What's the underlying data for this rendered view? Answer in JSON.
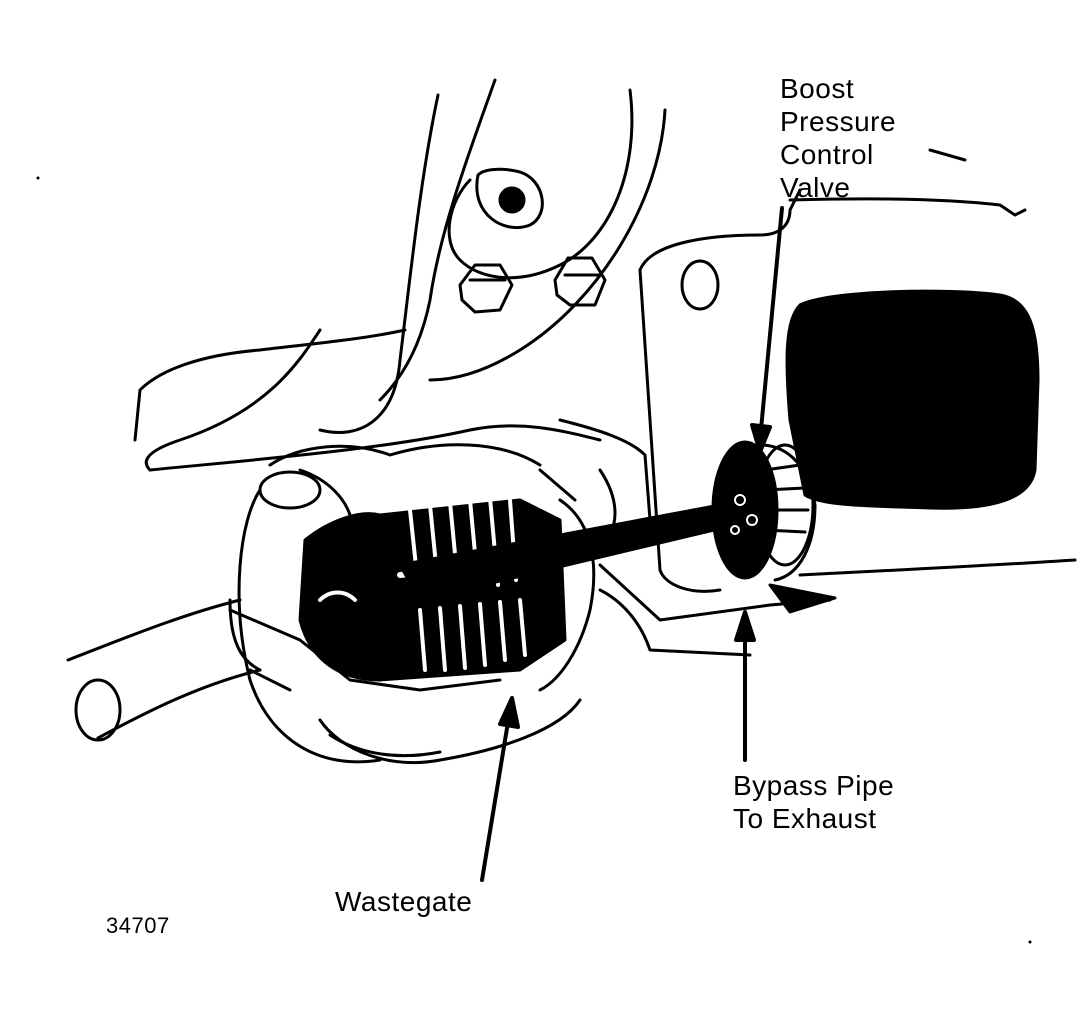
{
  "labels": {
    "boost_valve": [
      "Boost",
      "Pressure",
      "Control",
      "Valve"
    ],
    "bypass_pipe": [
      "Bypass Pipe",
      "To Exhaust"
    ],
    "wastegate": "Wastegate"
  },
  "figure_number": "34707",
  "colors": {
    "ink": "#000000",
    "paper": "#ffffff"
  }
}
